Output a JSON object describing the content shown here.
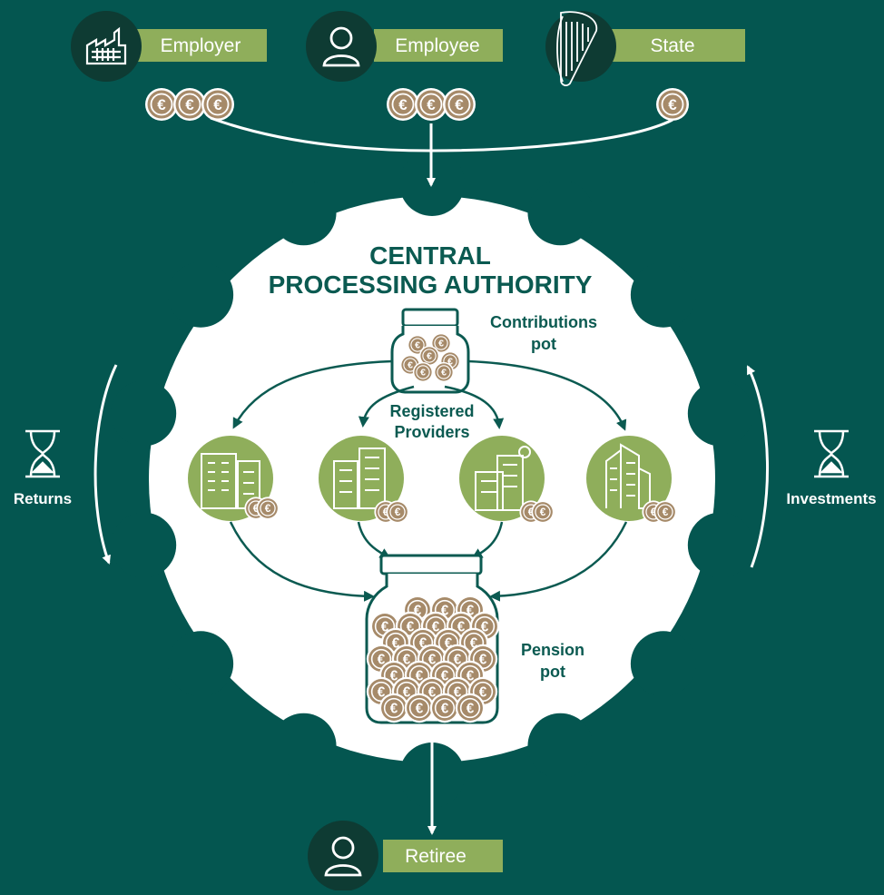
{
  "actors": {
    "employer": "Employer",
    "employee": "Employee",
    "state": "State",
    "retiree": "Retiree"
  },
  "center": {
    "title_line1": "CENTRAL",
    "title_line2": "PROCESSING AUTHORITY"
  },
  "contributions_pot": {
    "line1": "Contributions",
    "line2": "pot"
  },
  "providers": {
    "line1": "Registered",
    "line2": "Providers"
  },
  "pension_pot": {
    "line1": "Pension",
    "line2": "pot"
  },
  "side": {
    "left": "Returns",
    "right": "Investments"
  },
  "colors": {
    "background": "#045650",
    "dark_teal": "#0b5a51",
    "icon_circle": "#0e3b33",
    "olive": "#8fae5b",
    "coin": "#a68a69",
    "gear": "#ffffff"
  },
  "icons": {
    "employer": "factory-icon",
    "employee": "person-icon",
    "state": "harp-icon",
    "retiree": "person-icon",
    "hourglass": "hourglass-icon",
    "jar": "jar-icon",
    "building": "building-icon",
    "coin": "euro-coin-icon"
  }
}
